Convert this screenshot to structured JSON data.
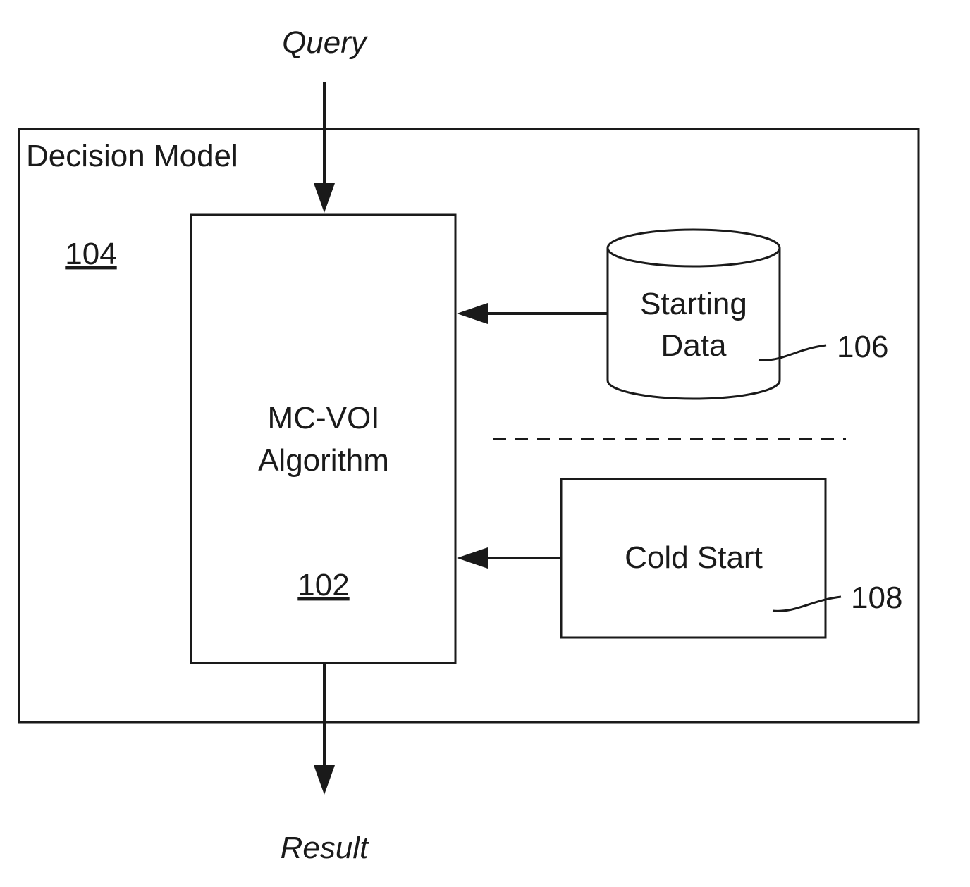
{
  "diagram": {
    "input_label": "Query",
    "output_label": "Result",
    "outer_box": {
      "title": "Decision Model",
      "ref": "104"
    },
    "algorithm_box": {
      "line1": "MC-VOI",
      "line2": "Algorithm",
      "ref": "102"
    },
    "starting_data": {
      "line1": "Starting",
      "line2": "Data",
      "ref": "106"
    },
    "cold_start": {
      "label": "Cold Start",
      "ref": "108"
    },
    "colors": {
      "stroke": "#1a1a1a",
      "background": "#ffffff"
    }
  }
}
